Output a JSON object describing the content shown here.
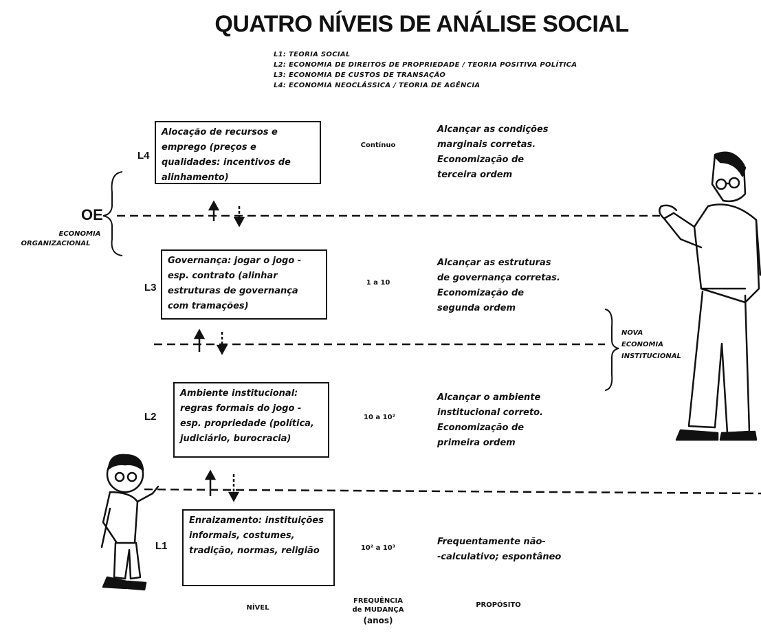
{
  "title": "QUATRO NÍVEIS DE ANÁLISE SOCIAL",
  "legend": [
    "L1: TEORIA SOCIAL",
    "L2: ECONOMIA DE DIREITOS DE PROPRIEDADE / TEORIA POSITIVA POLÍTICA",
    "L3: ECONOMIA DE CUSTOS DE TRANSAÇÃO",
    "L4: ECONOMIA NEOCLÁSSICA / TEORIA DE AGÊNCIA"
  ],
  "levels": {
    "l4": {
      "label": "L4",
      "box": "Alocação de recursos e emprego (preços e qualidades: incentivos de alinhamento)",
      "frequency": "Contínuo",
      "purpose": "Alcançar as condições\nmarginais corretas.\nEconomização de\nterceira ordem"
    },
    "l3": {
      "label": "L3",
      "box": "Governança: jogar o jogo - esp. contrato (alinhar estruturas de governança com tramações)",
      "frequency": "1 a 10",
      "purpose": "Alcançar as estruturas\nde governança corretas.\nEconomização de\nsegunda ordem"
    },
    "l2": {
      "label": "L2",
      "box": "Ambiente institucional: regras formais do jogo - esp. propriedade (política, judiciário, burocracia)",
      "frequency": "10 a 10²",
      "purpose": "Alcançar o ambiente\ninstitucional correto.\nEconomização de\nprimeira ordem"
    },
    "l1": {
      "label": "L1",
      "box": "Enraizamento: instituições informais, costumes, tradição, normas, religião",
      "frequency": "10² a 10³",
      "purpose": "Frequentamente não-\n-calculativo; espontâneo"
    }
  },
  "oe": {
    "abbr": "OE",
    "line1": "ECONOMIA",
    "line2": "ORGANIZACIONAL"
  },
  "nie": {
    "line1": "NOVA",
    "line2": "ECONOMIA",
    "line3": "INSTITUCIONAL"
  },
  "footer": {
    "level": "NÍVEL",
    "frequency_line1": "FREQUÊNCIA",
    "frequency_line2": "de MUDANÇA",
    "frequency_line3": "(anos)",
    "purpose": "PROPÓSITO"
  }
}
